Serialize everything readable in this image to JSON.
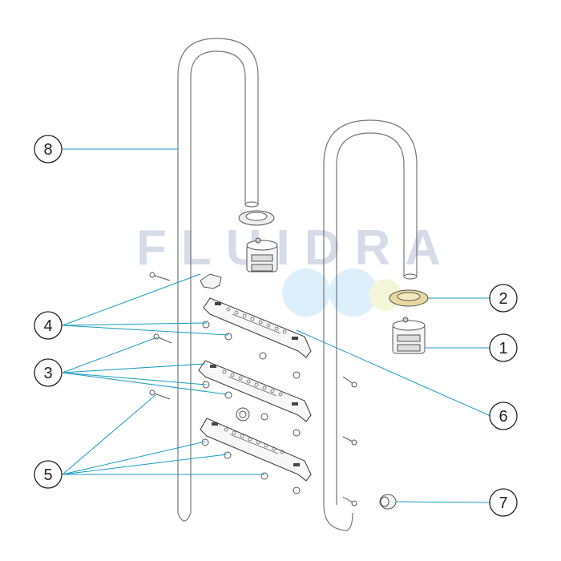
{
  "watermark": {
    "text": "FLUIDRA",
    "text_color": "#d6dbe8",
    "logo_colors": [
      "#dceffb",
      "#f3f6d8"
    ]
  },
  "colors": {
    "leader_line": "#1a9bbf",
    "outline": "#777777",
    "circle_stroke": "#222222"
  },
  "callouts": [
    {
      "label": "8"
    },
    {
      "label": "4"
    },
    {
      "label": "3"
    },
    {
      "label": "5"
    },
    {
      "label": "2"
    },
    {
      "label": "1"
    },
    {
      "label": "6"
    },
    {
      "label": "7"
    }
  ]
}
